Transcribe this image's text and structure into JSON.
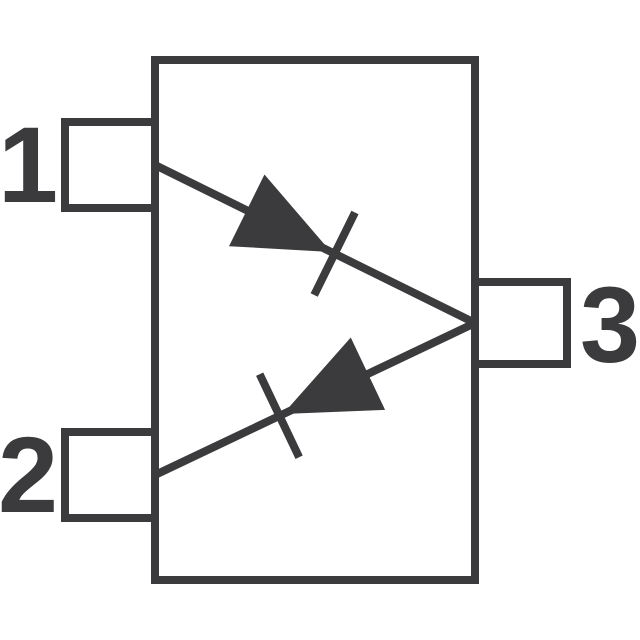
{
  "colors": {
    "line": "#3b3b3d",
    "background": "#ffffff"
  },
  "component": {
    "kind": "dual-diode-package-schematic",
    "symbols": {
      "diode1": "diode-icon",
      "diode2": "diode-icon"
    }
  },
  "pins": [
    {
      "id": 1,
      "label": "1"
    },
    {
      "id": 2,
      "label": "2"
    },
    {
      "id": 3,
      "label": "3"
    }
  ]
}
